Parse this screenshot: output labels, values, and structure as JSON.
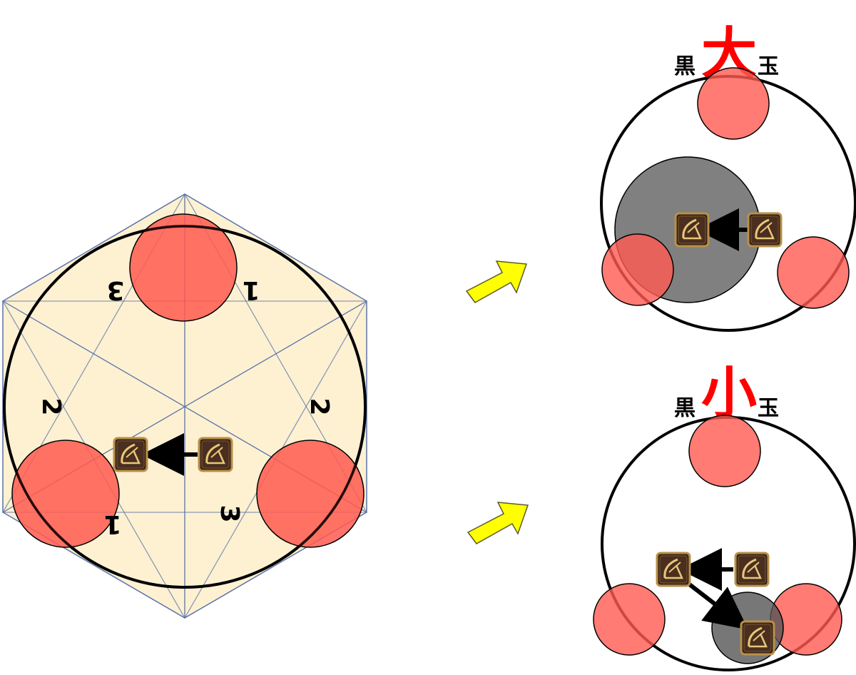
{
  "left_panel": {
    "sector_numbers": {
      "top_right": "1",
      "top_left": "3",
      "left": "2",
      "right": "2",
      "bottom_left": "1",
      "bottom_right": "3"
    }
  },
  "colors": {
    "hex_fill": "#fdf0d0",
    "hex_stroke": "#5b73a8",
    "red_aoe": "#ff5a50",
    "black_orb": "#555555",
    "arrow_yellow": "#ffff00",
    "title_red": "#ff0000"
  },
  "top_right_panel": {
    "title_left": "黒",
    "title_main": "大",
    "title_right": "玉"
  },
  "bottom_right_panel": {
    "title_left": "黒",
    "title_main": "小",
    "title_right": "玉"
  },
  "icons": {
    "player_icon": "archer-job-icon",
    "move_arrow": "black-arrow",
    "transition_arrow": "yellow-block-arrow"
  }
}
